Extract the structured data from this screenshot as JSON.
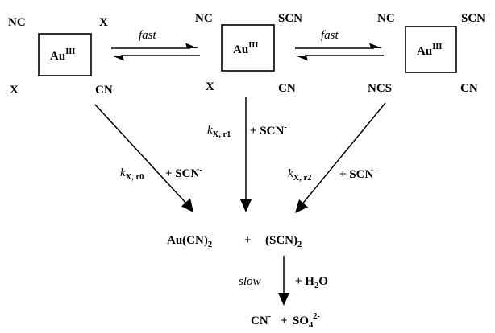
{
  "complexes": [
    {
      "center": "Au",
      "oxidation": "III",
      "top_left": "NC",
      "top_right": "X",
      "bottom_left": "X",
      "bottom_right": "CN"
    },
    {
      "center": "Au",
      "oxidation": "III",
      "top_left": "NC",
      "top_right": "SCN",
      "bottom_left": "X",
      "bottom_right": "CN"
    },
    {
      "center": "Au",
      "oxidation": "III",
      "top_left": "NC",
      "top_right": "SCN",
      "bottom_left": "NCS",
      "bottom_right": "CN"
    }
  ],
  "equilibria": [
    {
      "label": "fast"
    },
    {
      "label": "fast"
    }
  ],
  "rate_paths": [
    {
      "k": "k",
      "sub": "X, r0",
      "reagent": "+ SCN",
      "charge": "-"
    },
    {
      "k": "k",
      "sub": "X, r1",
      "reagent": "+ SCN",
      "charge": "-"
    },
    {
      "k": "k",
      "sub": "X, r2",
      "reagent": "+ SCN",
      "charge": "-"
    }
  ],
  "products": {
    "au_complex": "Au(CN)",
    "au_sub": "2",
    "au_charge": "-",
    "plus": "+",
    "thiocyanogen": "(SCN)",
    "thiocyanogen_sub": "2"
  },
  "hydrolysis": {
    "label": "slow",
    "reagent_prefix": "+ H",
    "reagent_sub": "2",
    "reagent_suffix": "O"
  },
  "final": {
    "cyanide": "CN",
    "cyanide_charge": "-",
    "plus": "+",
    "sulfate": "SO",
    "sulfate_sub": "4",
    "sulfate_charge": "2-"
  }
}
